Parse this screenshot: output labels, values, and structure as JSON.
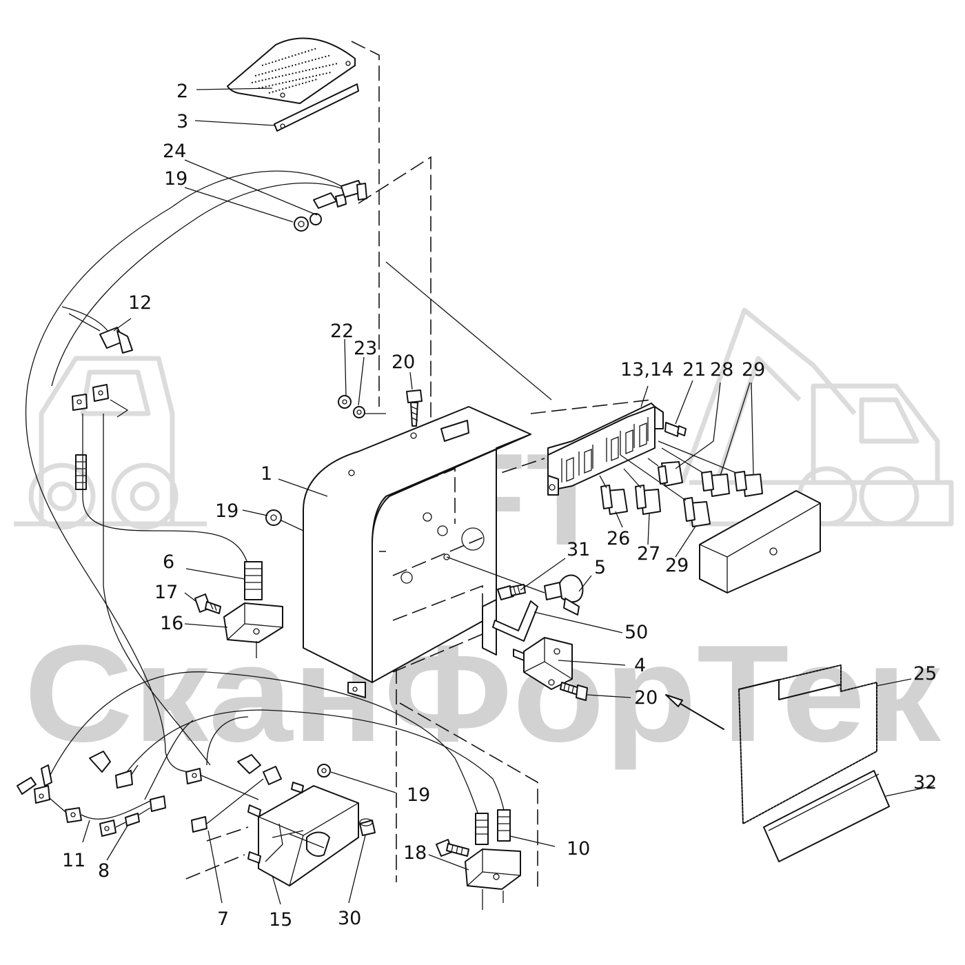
{
  "watermark": {
    "logo_text": "SFT",
    "text": "СканФорТек",
    "color": "#d2d2d2"
  },
  "callouts": {
    "c1": "1",
    "c2": "2",
    "c3": "3",
    "c4": "4",
    "c5": "5",
    "c6": "6",
    "c7": "7",
    "c8": "8",
    "c10": "10",
    "c11": "11",
    "c12": "12",
    "c13_14": "13,14",
    "c15": "15",
    "c16": "16",
    "c17": "17",
    "c18": "18",
    "c19a": "19",
    "c19b": "19",
    "c19c": "19",
    "c20a": "20",
    "c20b": "20",
    "c21": "21",
    "c22": "22",
    "c23": "23",
    "c24": "24",
    "c25": "25",
    "c26": "26",
    "c27": "27",
    "c28": "28",
    "c29a": "29",
    "c29b": "29",
    "c30": "30",
    "c31": "31",
    "c32": "32",
    "c50": "50"
  }
}
